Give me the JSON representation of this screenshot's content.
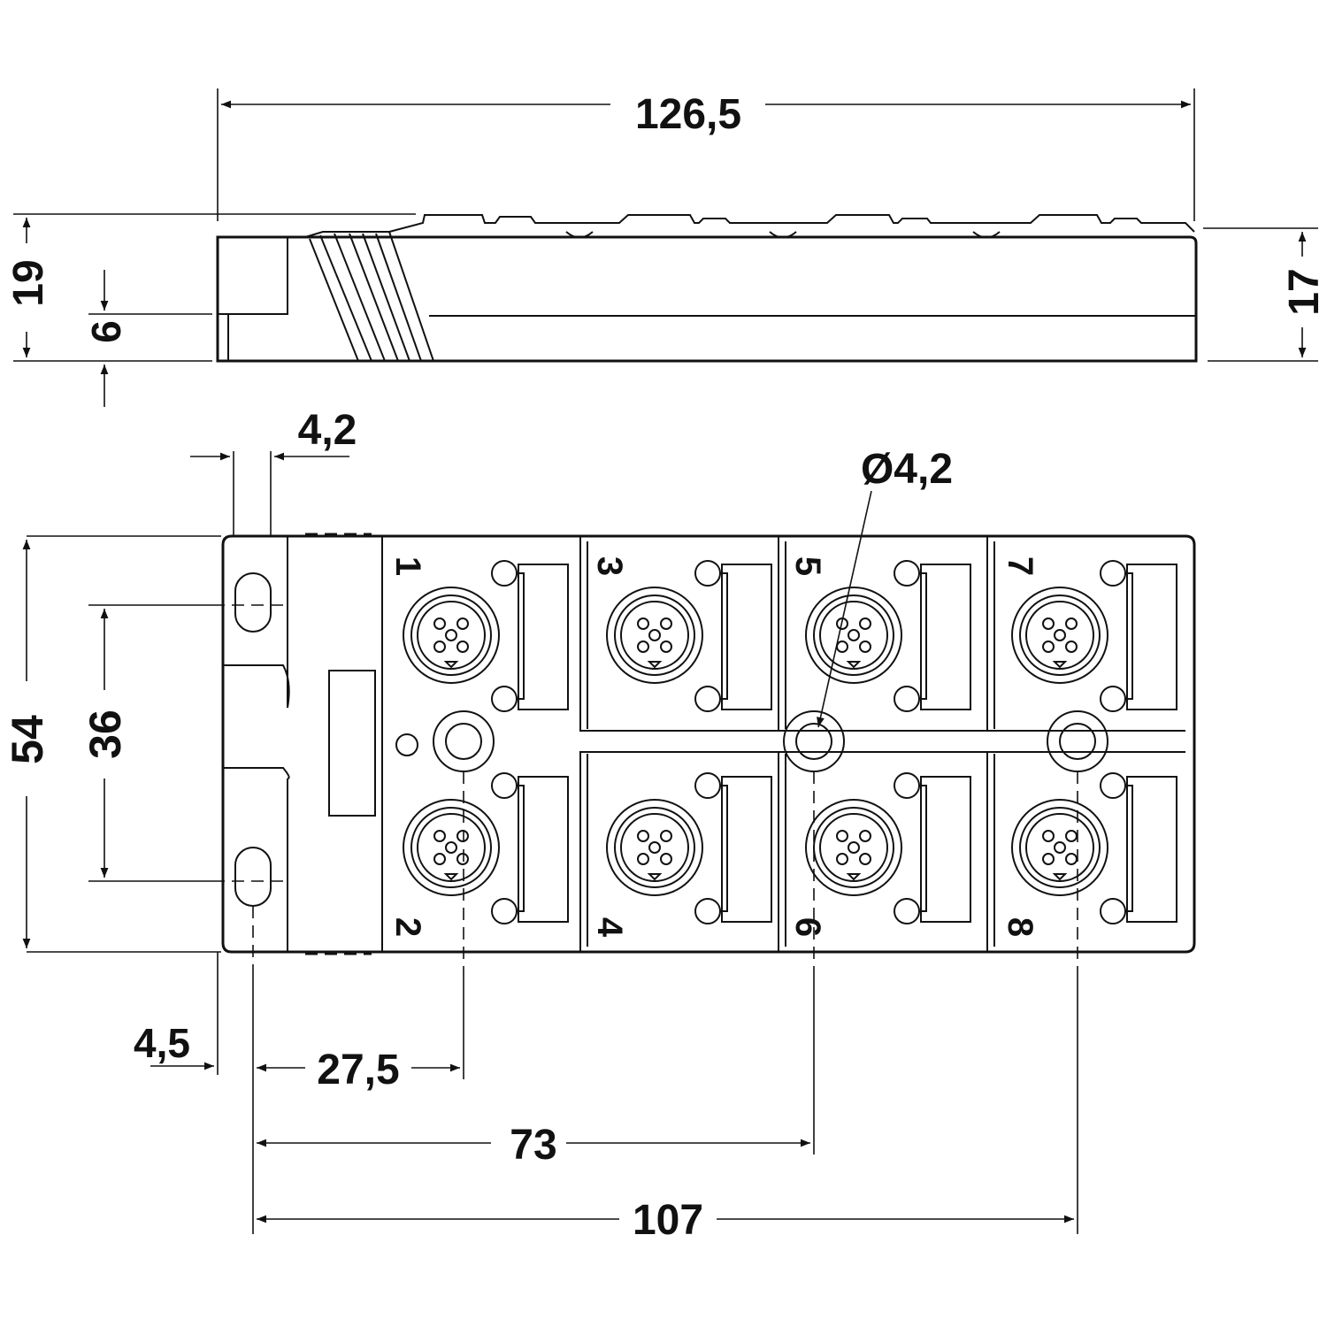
{
  "drawing": {
    "side_view": {
      "overall_length": "126,5",
      "total_height": "19",
      "body_height": "17",
      "base_height": "6"
    },
    "top_view": {
      "hole_width": "4,2",
      "hole_diameter": "Ø4,2",
      "overall_width": "54",
      "hole_spacing": "36",
      "edge_offset": "4,5",
      "pitch_1": "27,5",
      "pitch_2": "73",
      "pitch_3": "107"
    },
    "ports": [
      "1",
      "2",
      "3",
      "4",
      "5",
      "6",
      "7",
      "8"
    ]
  }
}
